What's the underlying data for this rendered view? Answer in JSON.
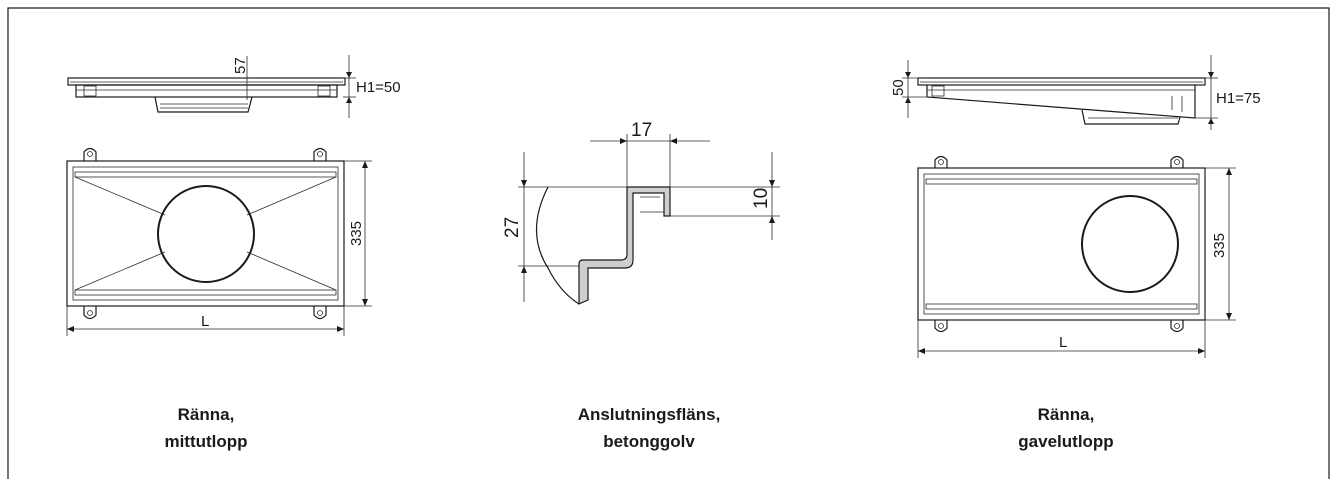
{
  "left": {
    "dim_height_top": "57",
    "dim_h1": "H1=50",
    "dim_width": "335",
    "dim_length": "L",
    "caption_line1": "Ränna,",
    "caption_line2": "mittutlopp"
  },
  "middle": {
    "dim_flange_width": "17",
    "dim_flange_height": "10",
    "dim_total_height": "27",
    "caption_line1": "Anslutningsfläns,",
    "caption_line2": "betonggolv"
  },
  "right": {
    "dim_height_top": "50",
    "dim_h1": "H1=75",
    "dim_width": "335",
    "dim_length": "L",
    "caption_line1": "Ränna,",
    "caption_line2": "gavelutlopp"
  }
}
